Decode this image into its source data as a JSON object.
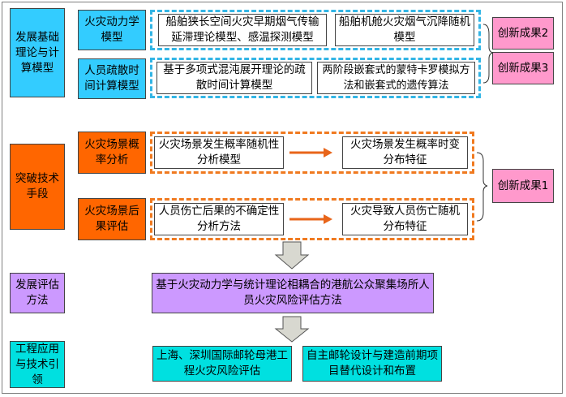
{
  "left_column": {
    "theory": "发展基础理论与计算模型",
    "breakthrough": "突破技术手段",
    "evaluation": "发展评估方法",
    "application": "工程应用与技术引领"
  },
  "theory_rows": [
    {
      "label": "火灾动力学模型",
      "items": [
        "船舶狭长空间火灾早期烟气传输延滞理论模型、感温探测模型",
        "船舶机舱火灾烟气沉降随机模型"
      ]
    },
    {
      "label": "人员疏散时间计算模型",
      "items": [
        "基于多项式混沌展开理论的疏散时间计算模型",
        "两阶段嵌套式的蒙特卡罗模拟方法和嵌套式的遗传算法"
      ]
    }
  ],
  "breakthrough_rows": [
    {
      "label": "火灾场景概率分析",
      "from": "火灾场景发生概率随机性分析模型",
      "to": "火灾场景发生概率时变分布特征"
    },
    {
      "label": "火灾场景后果评估",
      "from": "人员伤亡后果的不确定性分析方法",
      "to": "火灾导致人员伤亡随机分布特征"
    }
  ],
  "outcomes": [
    "创新成果2",
    "创新成果3",
    "创新成果1"
  ],
  "evaluation_method": "基于火灾动力学与统计理论相耦合的港航公众聚集场所人员火灾风险评估方法",
  "applications": [
    "上海、深圳国际邮轮母港工程火灾风险评估",
    "自主邮轮设计与建造前期项目替代设计和布置"
  ],
  "colors": {
    "theory": "#33ccff",
    "breakthrough": "#ff6600",
    "evaluation": "#cc99ff",
    "application": "#00e0e0",
    "outcome": "#ff99cc"
  }
}
